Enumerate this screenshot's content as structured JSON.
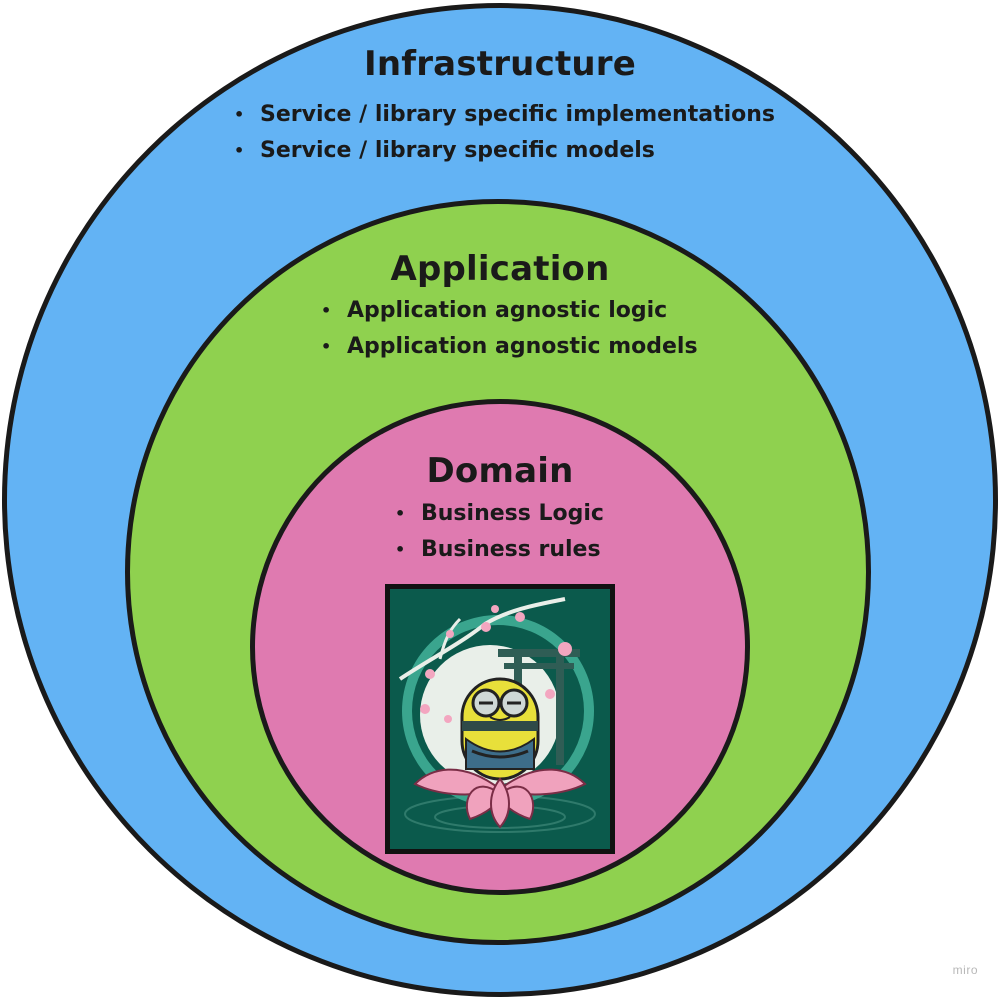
{
  "colors": {
    "infrastructure": "#63b3f4",
    "application": "#8fd14f",
    "domain": "#df7ab0",
    "outline": "#1a1a1a"
  },
  "layers": {
    "infrastructure": {
      "title": "Infrastructure",
      "bullets": [
        "Service / library specific implementations",
        "Service / library specific models"
      ]
    },
    "application": {
      "title": "Application",
      "bullets": [
        "Application agnostic logic",
        "Application agnostic models"
      ]
    },
    "domain": {
      "title": "Domain",
      "bullets": [
        "Business Logic",
        "Business rules"
      ]
    }
  },
  "illustration": {
    "subject": "meditating minion on lotus with cherry blossoms and torii gate"
  },
  "watermark": "miro"
}
